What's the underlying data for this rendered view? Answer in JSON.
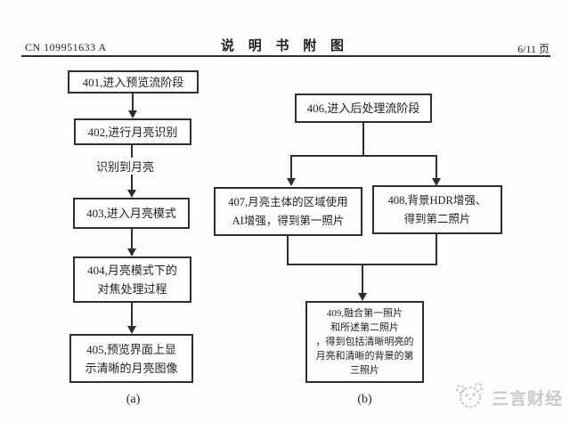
{
  "header": {
    "patent_number": "CN 109951633 A",
    "title": "说 明 书 附 图",
    "page_indicator": "6/11 页"
  },
  "colors": {
    "ink": "#2e2e2e",
    "text": "#1f1f1f",
    "watermark": "#c9c9c9"
  },
  "flow_a": {
    "caption": "(a)",
    "edge_label": "识别到月亮",
    "boxes": [
      {
        "step": "401",
        "lines": [
          "401,进入预览流阶段"
        ]
      },
      {
        "step": "402",
        "lines": [
          "402,进行月亮识别"
        ]
      },
      {
        "step": "403",
        "lines": [
          "403,进入月亮模式"
        ]
      },
      {
        "step": "404",
        "lines": [
          "404,月亮模式下的",
          "对焦处理过程"
        ]
      },
      {
        "step": "405",
        "lines": [
          "405,预览界面上显",
          "示清晰的月亮图像"
        ]
      }
    ]
  },
  "flow_b": {
    "caption": "(b)",
    "boxes": [
      {
        "step": "406",
        "lines": [
          "406,进入后处理流阶段"
        ]
      },
      {
        "step": "407",
        "lines": [
          "407,月亮主体的区域使用",
          "AI增强，得到第一照片"
        ]
      },
      {
        "step": "408",
        "lines": [
          "408,背景HDR增强、",
          "得到第二照片"
        ]
      },
      {
        "step": "409",
        "lines": [
          "409,融合第一照片",
          "和所述第二照片",
          "，得到包括清晰明亮的",
          "月亮和清晰的背景的第",
          "三照片"
        ]
      }
    ]
  },
  "watermark": {
    "brand": "三言财经",
    "icon": "panda-face-icon"
  }
}
